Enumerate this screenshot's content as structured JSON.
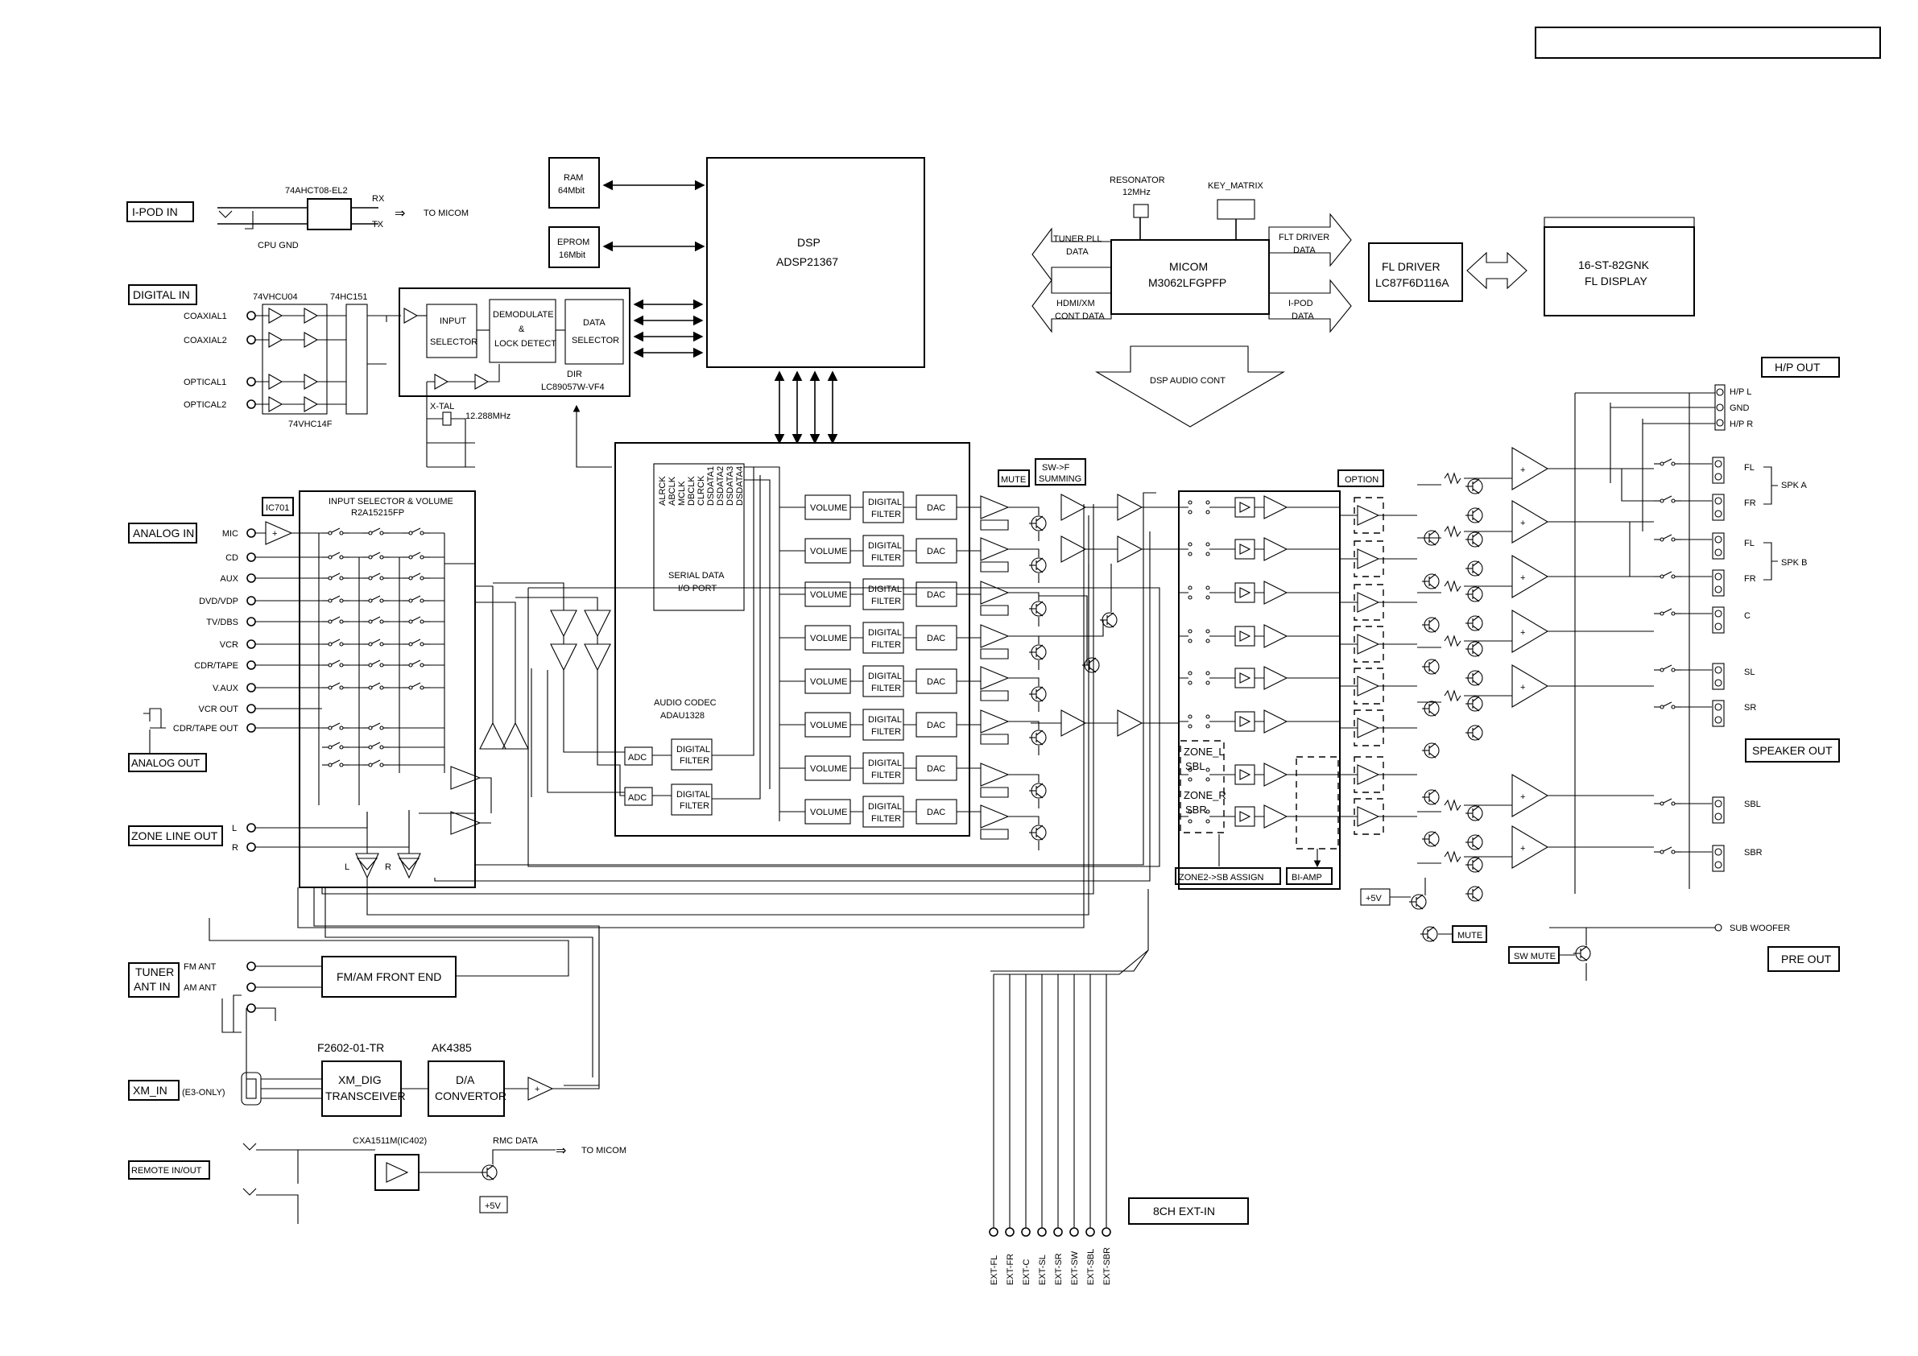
{
  "header": {
    "title_box_text": ""
  },
  "ipod": {
    "label": "I-POD IN",
    "chip": "74AHCT08-EL2",
    "rx": "RX",
    "tx": "TX",
    "cpu_gnd": "CPU GND",
    "to_micom": "TO MICOM"
  },
  "memory": {
    "ram_l1": "RAM",
    "ram_l2": "64Mbit",
    "eprom_l1": "EPROM",
    "eprom_l2": "16Mbit"
  },
  "dsp": {
    "l1": "DSP",
    "l2": "ADSP21367"
  },
  "micom": {
    "resonator_l1": "RESONATOR",
    "resonator_l2": "12MHz",
    "key_matrix": "KEY_MATRIX",
    "l1": "MICOM",
    "l2": "M3062LFGPFP",
    "tuner_pll_l1": "TUNER PLL",
    "tuner_pll_l2": "DATA",
    "hdmi_l1": "HDMI/XM",
    "hdmi_l2": "CONT DATA",
    "flt_l1": "FLT DRIVER",
    "flt_l2": "DATA",
    "ipod_l1": "I-POD",
    "ipod_l2": "DATA",
    "dsp_audio_cont": "DSP AUDIO CONT"
  },
  "fl": {
    "driver_l1": "FL DRIVER",
    "driver_l2": "LC87F6D116A",
    "display_l1": "16-ST-82GNK",
    "display_l2": "FL DISPLAY"
  },
  "digital_in": {
    "label": "DIGITAL IN",
    "chip1": "74VHCU04",
    "chip2": "74HC151",
    "chip3": "74VHC14F",
    "inputs": [
      "COAXIAL1",
      "COAXIAL2",
      "OPTICAL1",
      "OPTICAL2"
    ],
    "input_selector_l1": "INPUT",
    "input_selector_l2": "SELECTOR",
    "demod_l1": "DEMODULATE",
    "demod_l2": "&",
    "demod_l3": "LOCK DETECT",
    "data_sel_l1": "DATA",
    "data_sel_l2": "SELECTOR",
    "dir_l1": "DIR",
    "dir_l2": "LC89057W-VF4",
    "xtal": "X-TAL",
    "xtal_freq": "12.288MHz"
  },
  "codec": {
    "signals": [
      "ALRCK",
      "ABCLK",
      "MCLK",
      "DBCLK",
      "CLRCK",
      "DSDATA1",
      "DSDATA2",
      "DSDATA3",
      "DSDATA4"
    ],
    "serial_l1": "SERIAL DATA",
    "serial_l2": "I/O PORT",
    "audio_codec_l1": "AUDIO CODEC",
    "audio_codec_l2": "ADAU1328",
    "volume": "VOLUME",
    "df_l1": "DIGITAL",
    "df_l2": "FILTER",
    "dac": "DAC",
    "adc": "ADC"
  },
  "analog_in": {
    "ic701": "IC701",
    "label": "ANALOG IN",
    "selector_l1": "INPUT SELECTOR & VOLUME",
    "selector_l2": "R2A15215FP",
    "inputs": [
      "MIC",
      "CD",
      "AUX",
      "DVD/VDP",
      "TV/DBS",
      "VCR",
      "CDR/TAPE",
      "V.AUX",
      "VCR OUT",
      "CDR/TAPE OUT"
    ],
    "analog_out": "ANALOG OUT",
    "zone_line_out": "ZONE LINE OUT",
    "zone_l": "L",
    "zone_r": "R",
    "amp_l": "L",
    "amp_r": "R"
  },
  "tuner": {
    "label_l1": "TUNER",
    "label_l2": "ANT IN",
    "fm_ant": "FM ANT",
    "am_ant": "AM ANT",
    "front_end": "FM/AM FRONT END"
  },
  "xm": {
    "label": "XM_IN",
    "e3_only": "(E3-ONLY)",
    "chip1": "F2602-01-TR",
    "chip2": "AK4385",
    "trx_l1": "XM_DIG",
    "trx_l2": "TRANSCEIVER",
    "da_l1": "D/A",
    "da_l2": "CONVERTOR"
  },
  "remote": {
    "label": "REMOTE IN/OUT",
    "chip": "CXA1511M(IC402)",
    "rmc_data": "RMC DATA",
    "to_micom": "TO MICOM",
    "plus5v": "+5V"
  },
  "mid": {
    "mute": "MUTE",
    "swf_l1": "SW->F",
    "swf_l2": "SUMMING",
    "option": "OPTION",
    "zone_l_l1": "ZONE_L",
    "zone_l_l2": "SBL",
    "zone_r_l1": "ZONE_R",
    "zone_r_l2": "SBR",
    "zone2_sb_assign": "ZONE2->SB ASSIGN",
    "bi_amp": "BI-AMP"
  },
  "outputs": {
    "hp_out": "H/P OUT",
    "hp_l": "H/P L",
    "gnd": "GND",
    "hp_r": "H/P R",
    "fl_a": "FL",
    "fr_a": "FR",
    "spk_a": "SPK A",
    "fl_b": "FL",
    "fr_b": "FR",
    "spk_b": "SPK B",
    "c": "C",
    "sl": "SL",
    "sr": "SR",
    "speaker_out": "SPEAKER OUT",
    "sbl": "SBL",
    "sbr": "SBR",
    "plus5v": "+5V",
    "mute": "MUTE",
    "sw_mute": "SW MUTE",
    "sub_woofer": "SUB WOOFER",
    "pre_out": "PRE OUT"
  },
  "ext": {
    "label": "8CH EXT-IN",
    "inputs": [
      "EXT-FL",
      "EXT-FR",
      "EXT-C",
      "EXT-SL",
      "EXT-SR",
      "EXT-SW",
      "EXT-SBL",
      "EXT-SBR"
    ]
  }
}
